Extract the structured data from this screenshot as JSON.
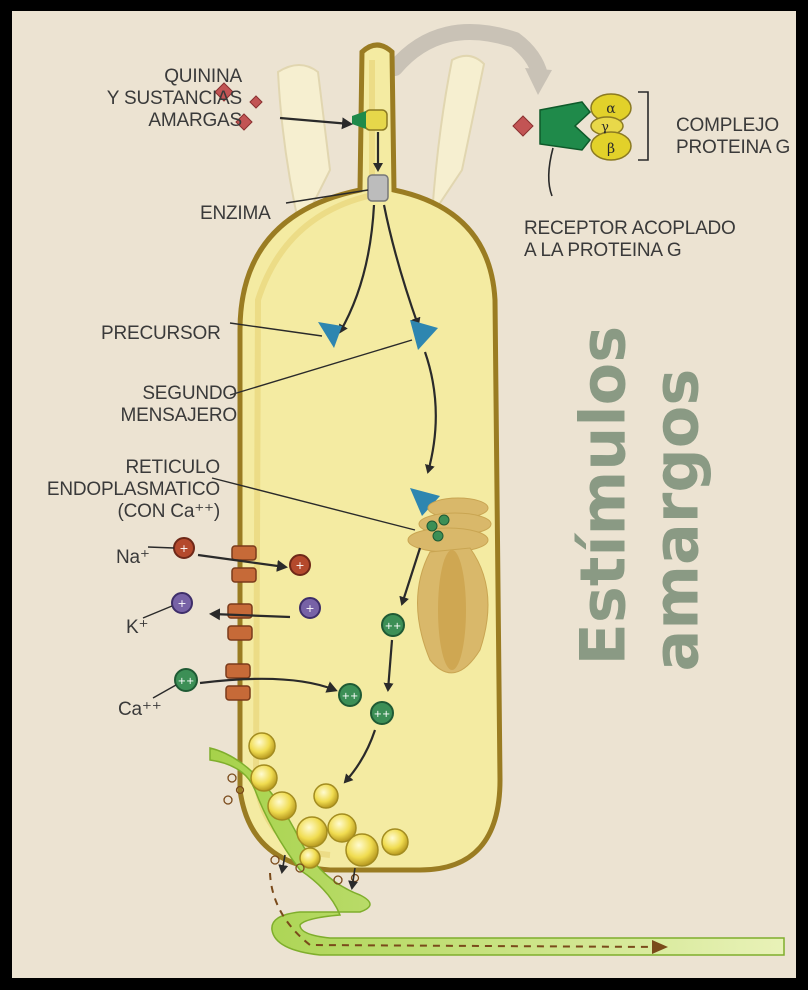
{
  "labels": {
    "quinina": [
      "QUININA",
      "Y SUSTANCIAS",
      "AMARGAS"
    ],
    "enzima": "ENZIMA",
    "precursor": "PRECURSOR",
    "segundo_mensajero": [
      "SEGUNDO",
      "MENSAJERO"
    ],
    "reticulo": [
      "RETICULO",
      "ENDOPLASMATICO",
      "(CON Ca⁺⁺)"
    ],
    "na": "Na⁺",
    "k": "K⁺",
    "ca": "Ca⁺⁺",
    "complejo": [
      "COMPLEJO",
      "PROTEINA G"
    ],
    "receptor": [
      "RECEPTOR ACOPLADO",
      "A LA PROTEINA G"
    ]
  },
  "subunits": {
    "alpha": "α",
    "gamma": "γ",
    "beta": "β"
  },
  "title": [
    "Estímulos",
    "amargos"
  ],
  "colors": {
    "background": "#ece3d2",
    "cell_fill": "#f3eaa4",
    "cell_outline": "#9a7c22",
    "receptor": "#1f8a4a",
    "g_protein": "#e2d12a",
    "sodium": "#b4492c",
    "potassium": "#7762a6",
    "calcium": "#3c8f56",
    "nerve": "#a6d24a",
    "title": "#8a9a84"
  }
}
